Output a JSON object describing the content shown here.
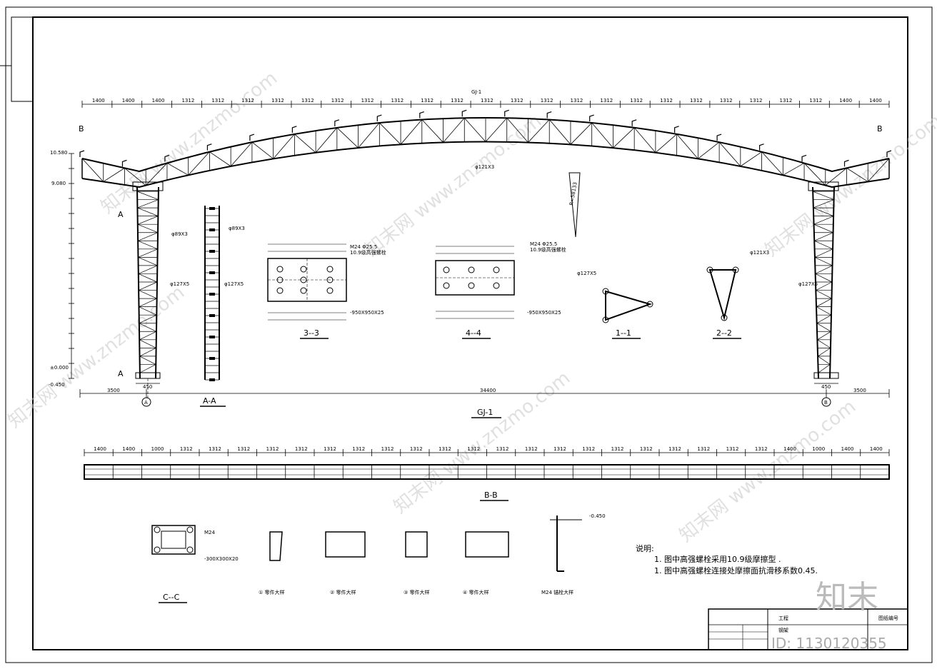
{
  "drawing": {
    "main_title": "GJ-1",
    "section_aa": "A-A",
    "section_bb": "B-B",
    "section_33": "3--3",
    "section_44": "4--4",
    "section_11": "1--1",
    "section_22": "2--2",
    "section_cc": "C--C",
    "span_total": "34400",
    "left_offset": "3500",
    "right_offset": "3500",
    "col_width": "450",
    "elev_top": "10.580",
    "elev_mid": "9.080",
    "elev_base": "±0.000",
    "elev_bottom": "-0.450",
    "elev_right": "-0.450",
    "radius": "R=58133",
    "axis_a": "A",
    "axis_b": "B",
    "mark_b": "B",
    "mark_a": "A",
    "pipe_1": "φ127X5",
    "pipe_2": "φ121X3",
    "pipe_3": "φ89X3",
    "bolt_spec": "M24 Φ25.5",
    "bolt_grade": "10.9级高强螺栓",
    "plate_1": "-950X950X25",
    "cc_bolt": "M24",
    "cc_plate": "-300X300X20",
    "foot_1": "① 零件大样",
    "foot_2": "② 零件大样",
    "foot_3": "③ 零件大样",
    "foot_4": "④ 零件大样",
    "anchor": "M24 锚栓大样",
    "notes_head": "说明:",
    "note_1": "1.  图中高强螺栓采用10.9级摩擦型 .",
    "note_2": "1.  图中高强螺栓连接处摩擦面抗滑移系数0.45.",
    "logo": "知末",
    "logo_id": "ID: 1130120355",
    "watermark": "知末网 www.znzmo.com"
  },
  "dims_top": [
    "1400",
    "1400",
    "1400",
    "1312",
    "1312",
    "1312",
    "1312",
    "1312",
    "1312",
    "1312",
    "1312",
    "1312",
    "1312",
    "1312",
    "1312",
    "1312",
    "1312",
    "1312",
    "1312",
    "1312",
    "1312",
    "1312",
    "1312",
    "1312",
    "1312",
    "1400",
    "1400"
  ],
  "dims_bb": [
    "1400",
    "1400",
    "1000",
    "1312",
    "1312",
    "1312",
    "1312",
    "1312",
    "1312",
    "1312",
    "1312",
    "1312",
    "1312",
    "1312",
    "1312",
    "1312",
    "1312",
    "1312",
    "1312",
    "1312",
    "1312",
    "1312",
    "1312",
    "1312",
    "1400",
    "1000",
    "1400",
    "1400"
  ],
  "title_block": {
    "project": "工程",
    "drawing_no": "图纸编号",
    "name": "钢架"
  }
}
